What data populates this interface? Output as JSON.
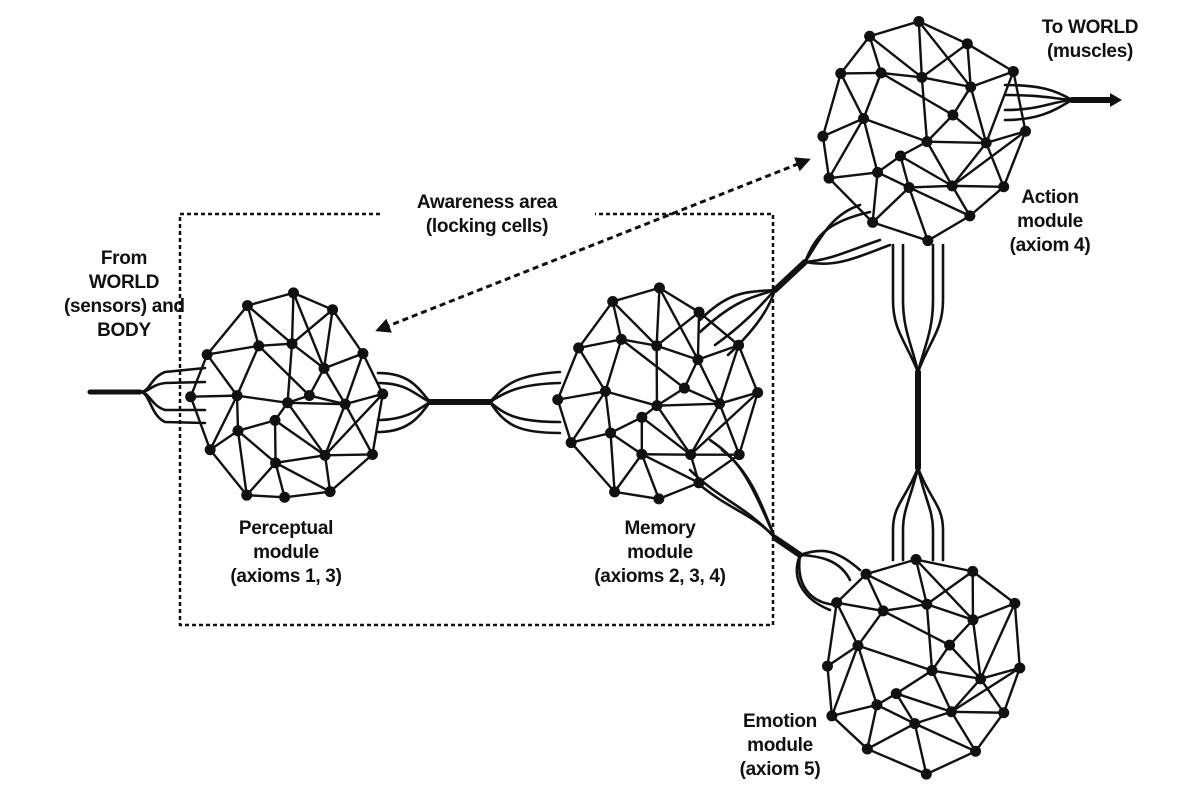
{
  "colors": {
    "ink": "#111111",
    "background": "#ffffff"
  },
  "labels": {
    "from_world": [
      "From",
      "WORLD",
      "(sensors) and",
      "BODY"
    ],
    "to_world": [
      "To WORLD",
      "(muscles)"
    ],
    "awareness": [
      "Awareness area",
      "(locking cells)"
    ],
    "perceptual": [
      "Perceptual",
      "module",
      "(axioms 1, 3)"
    ],
    "memory": [
      "Memory",
      "module",
      "(axioms 2, 3, 4)"
    ],
    "action": [
      "Action",
      "module",
      "(axiom 4)"
    ],
    "emotion": [
      "Emotion",
      "module",
      "(axiom 5)"
    ]
  },
  "modules": [
    {
      "id": "perceptual",
      "name": "Perceptual module",
      "axioms": "axioms 1, 3"
    },
    {
      "id": "memory",
      "name": "Memory module",
      "axioms": "axioms 2, 3, 4"
    },
    {
      "id": "action",
      "name": "Action module",
      "axioms": "axiom 4"
    },
    {
      "id": "emotion",
      "name": "Emotion module",
      "axioms": "axiom 5"
    }
  ],
  "connections": [
    {
      "from": "world-sensors",
      "to": "perceptual",
      "style": "solid arrow"
    },
    {
      "from": "perceptual",
      "to": "memory",
      "style": "solid bundle"
    },
    {
      "from": "memory",
      "to": "action",
      "style": "solid bundle"
    },
    {
      "from": "memory",
      "to": "emotion",
      "style": "solid bundle"
    },
    {
      "from": "action",
      "to": "emotion",
      "style": "solid bundle"
    },
    {
      "from": "action",
      "to": "world-muscles",
      "style": "solid arrow"
    },
    {
      "from": "action",
      "to": "perceptual",
      "style": "dashed double arrow"
    }
  ]
}
